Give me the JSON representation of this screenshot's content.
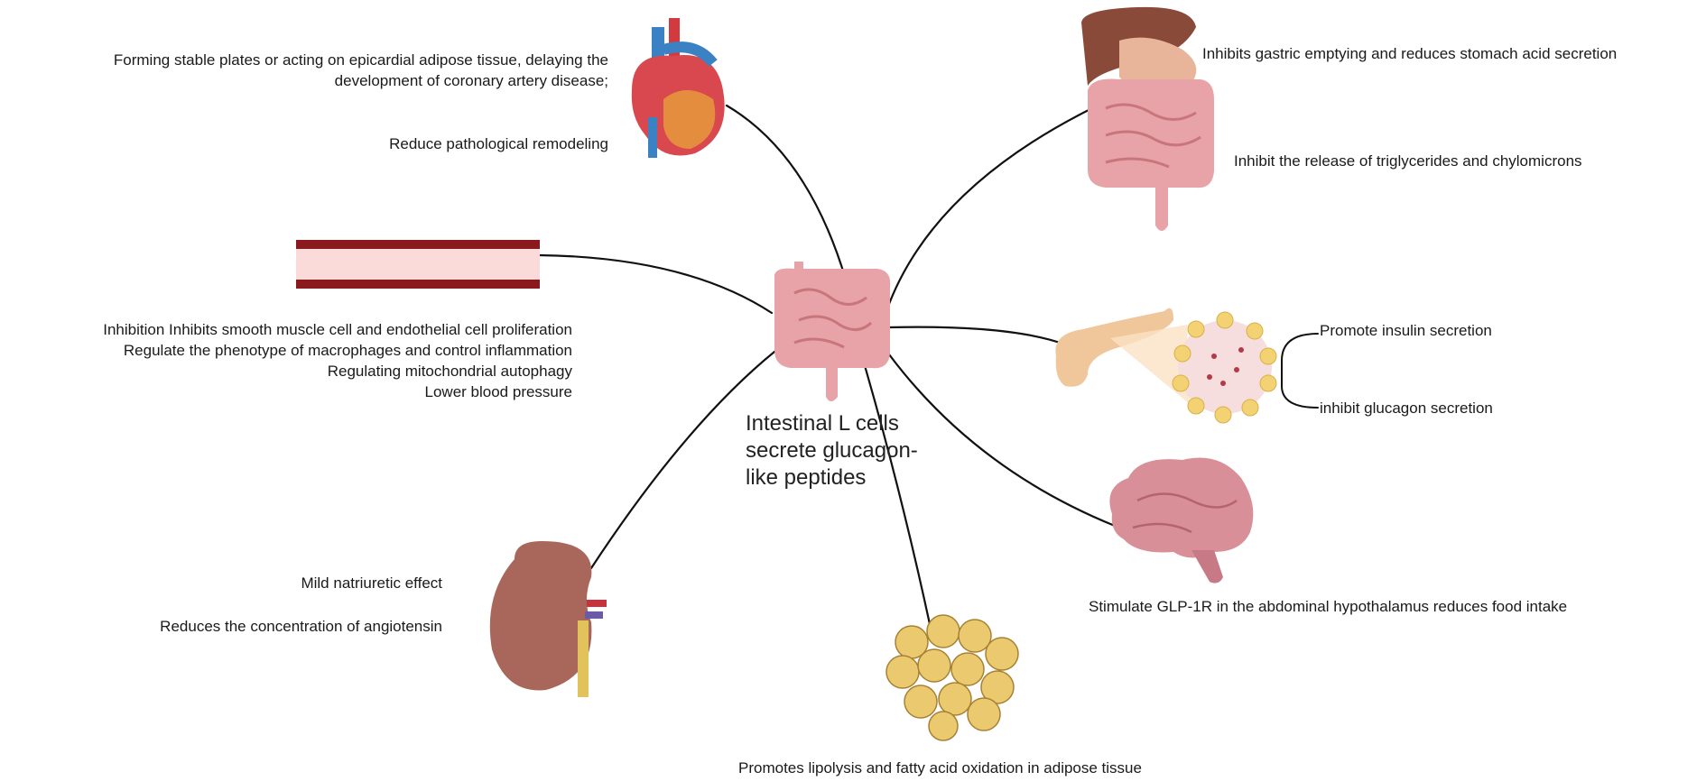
{
  "center": {
    "line1": "Intestinal L cells",
    "line2": "secrete glucagon-",
    "line3": "like peptides"
  },
  "heart": {
    "line1": "Forming stable plates or acting on epicardial adipose tissue, delaying the",
    "line2": "development of coronary artery disease;",
    "line3": "Reduce pathological remodeling"
  },
  "vessel": {
    "lines": [
      "Inhibition Inhibits smooth muscle cell and endothelial cell proliferation",
      "Regulate the phenotype of macrophages and control inflammation",
      "Regulating mitochondrial autophagy",
      "Lower blood pressure"
    ]
  },
  "kidney": {
    "line1": "Mild natriuretic effect",
    "line2": "Reduces the concentration of angiotensin"
  },
  "adipose": {
    "line1": "Promotes lipolysis and fatty acid oxidation in adipose tissue"
  },
  "gut": {
    "line1": "Inhibits gastric emptying and reduces stomach acid secretion",
    "line2": "Inhibit the release of triglycerides and chylomicrons"
  },
  "pancreas": {
    "line1": "Promote insulin secretion",
    "line2": "inhibit glucagon secretion"
  },
  "brain": {
    "line1": "Stimulate GLP-1R in the abdominal hypothalamus reduces food intake"
  },
  "colors": {
    "line": "#111111",
    "intestine": "#e8a3a8",
    "vessel_wall": "#8b1a1f",
    "vessel_lumen": "#fbdada",
    "kidney": "#a9675c",
    "fat": "#e9c768",
    "brain": "#d88f98"
  }
}
